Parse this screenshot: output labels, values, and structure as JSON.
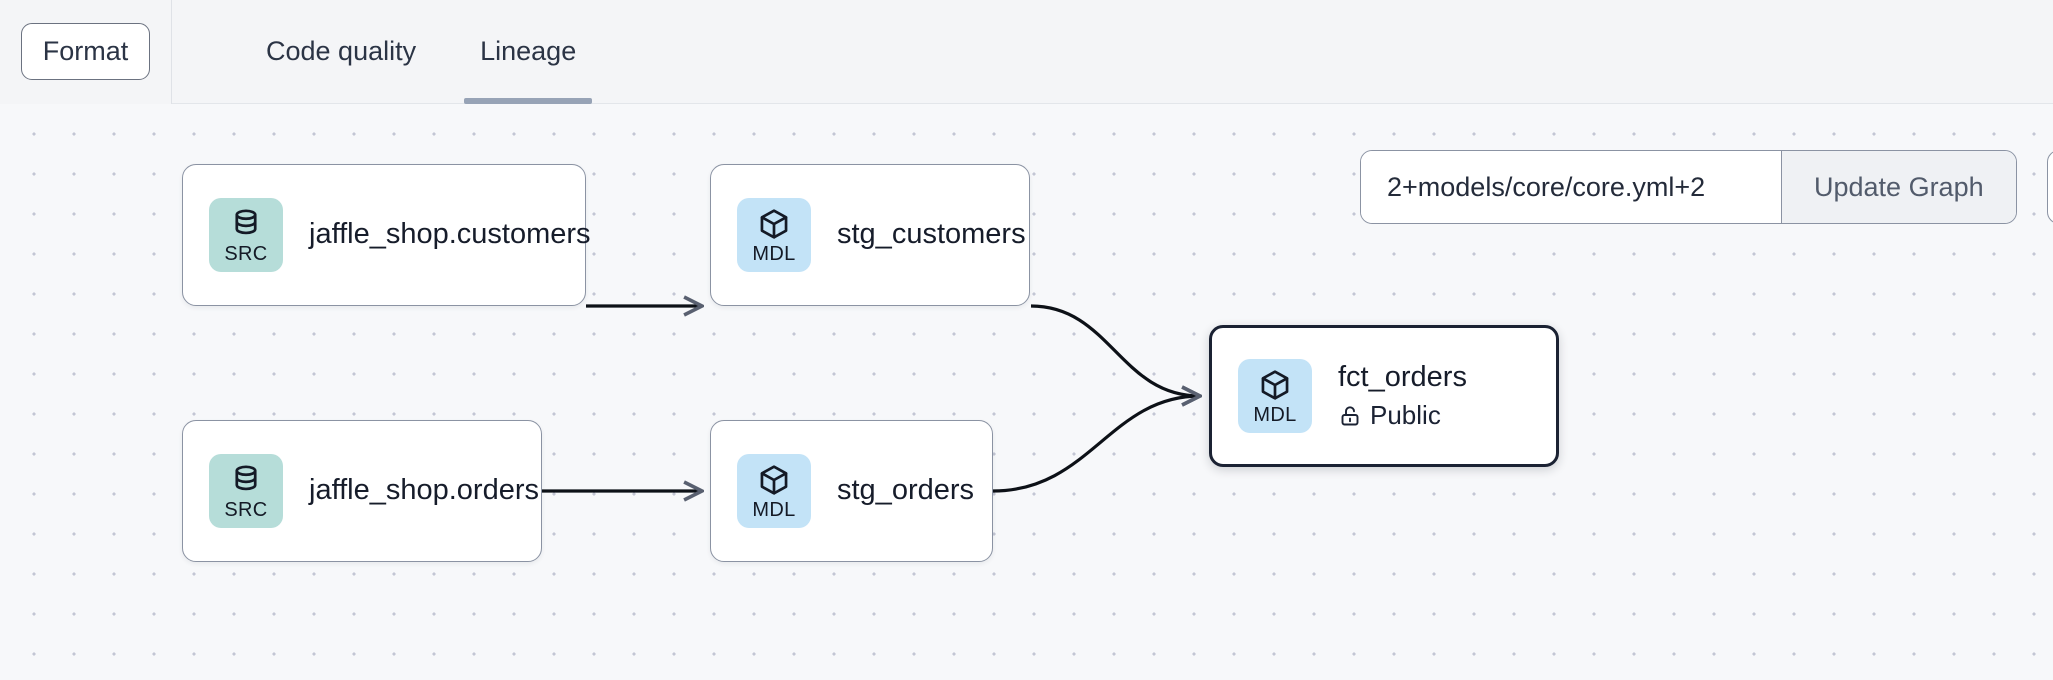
{
  "header": {
    "format_label": "Format",
    "tabs": [
      {
        "label": "Code quality",
        "active": false
      },
      {
        "label": "Lineage",
        "active": true
      }
    ]
  },
  "toolbar": {
    "selector_value": "2+models/core/core.yml+2",
    "selector_placeholder": "2+models/core/core.yml+2",
    "update_label": "Update Graph"
  },
  "graph": {
    "nodes": [
      {
        "id": "jaffle_shop_customers",
        "badge_type": "SRC",
        "badge_icon": "database-icon",
        "title": "jaffle_shop.customers",
        "subtitle": null,
        "selected": false
      },
      {
        "id": "stg_customers",
        "badge_type": "MDL",
        "badge_icon": "cube-icon",
        "title": "stg_customers",
        "subtitle": null,
        "selected": false
      },
      {
        "id": "jaffle_shop_orders",
        "badge_type": "SRC",
        "badge_icon": "database-icon",
        "title": "jaffle_shop.orders",
        "subtitle": null,
        "selected": false
      },
      {
        "id": "stg_orders",
        "badge_type": "MDL",
        "badge_icon": "cube-icon",
        "title": "stg_orders",
        "subtitle": null,
        "selected": false
      },
      {
        "id": "fct_orders",
        "badge_type": "MDL",
        "badge_icon": "cube-icon",
        "title": "fct_orders",
        "subtitle": "Public",
        "subtitle_icon": "unlock-icon",
        "selected": true
      }
    ],
    "edges": [
      {
        "from": "jaffle_shop_customers",
        "to": "stg_customers"
      },
      {
        "from": "jaffle_shop_orders",
        "to": "stg_orders"
      },
      {
        "from": "stg_customers",
        "to": "fct_orders"
      },
      {
        "from": "stg_orders",
        "to": "fct_orders"
      }
    ]
  },
  "colors": {
    "src_badge": "#b6ddd9",
    "mdl_badge": "#c3e3f7",
    "canvas_bg": "#f7f8fa",
    "header_bg": "#f4f5f7",
    "tab_underline": "#97a3b6",
    "node_border": "#8b93a3",
    "selected_border": "#1b2233",
    "edge": "#0d1117"
  }
}
